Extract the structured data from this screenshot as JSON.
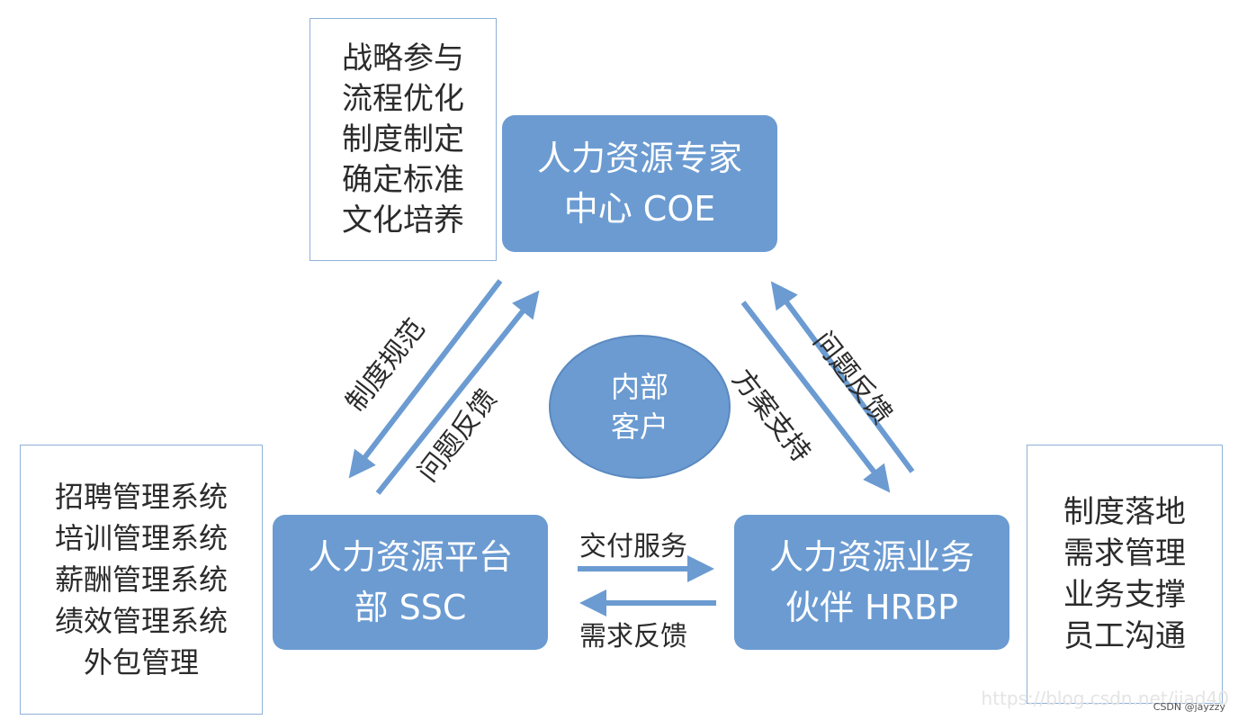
{
  "coe": {
    "line1": "人力资源专家",
    "line2": "中心 COE"
  },
  "ssc": {
    "line1": "人力资源平台",
    "line2": "部 SSC"
  },
  "hrbp": {
    "line1": "人力资源业务",
    "line2": "伙伴 HRBP"
  },
  "center": {
    "line1": "内部",
    "line2": "客户"
  },
  "coe_duties": [
    "战略参与",
    "流程优化",
    "制度制定",
    "确定标准",
    "文化培养"
  ],
  "ssc_duties": [
    "招聘管理系统",
    "培训管理系统",
    "薪酬管理系统",
    "绩效管理系统",
    "外包管理"
  ],
  "hrbp_duties": [
    "制度落地",
    "需求管理",
    "业务支撑",
    "员工沟通"
  ],
  "flows": {
    "coe_to_ssc": "制度规范",
    "ssc_to_coe": "问题反馈",
    "coe_to_hrbp": "方案支持",
    "hrbp_to_coe": "问题反馈",
    "ssc_to_hrbp": "交付服务",
    "hrbp_to_ssc": "需求反馈"
  },
  "watermark": {
    "url": "https://blog.csdn.net/jiad40",
    "credit": "CSDN @jayzzy"
  },
  "colors": {
    "node_fill": "#6b9bd1",
    "arrow": "#6b9bd1",
    "box_border": "#8fb0d8"
  }
}
